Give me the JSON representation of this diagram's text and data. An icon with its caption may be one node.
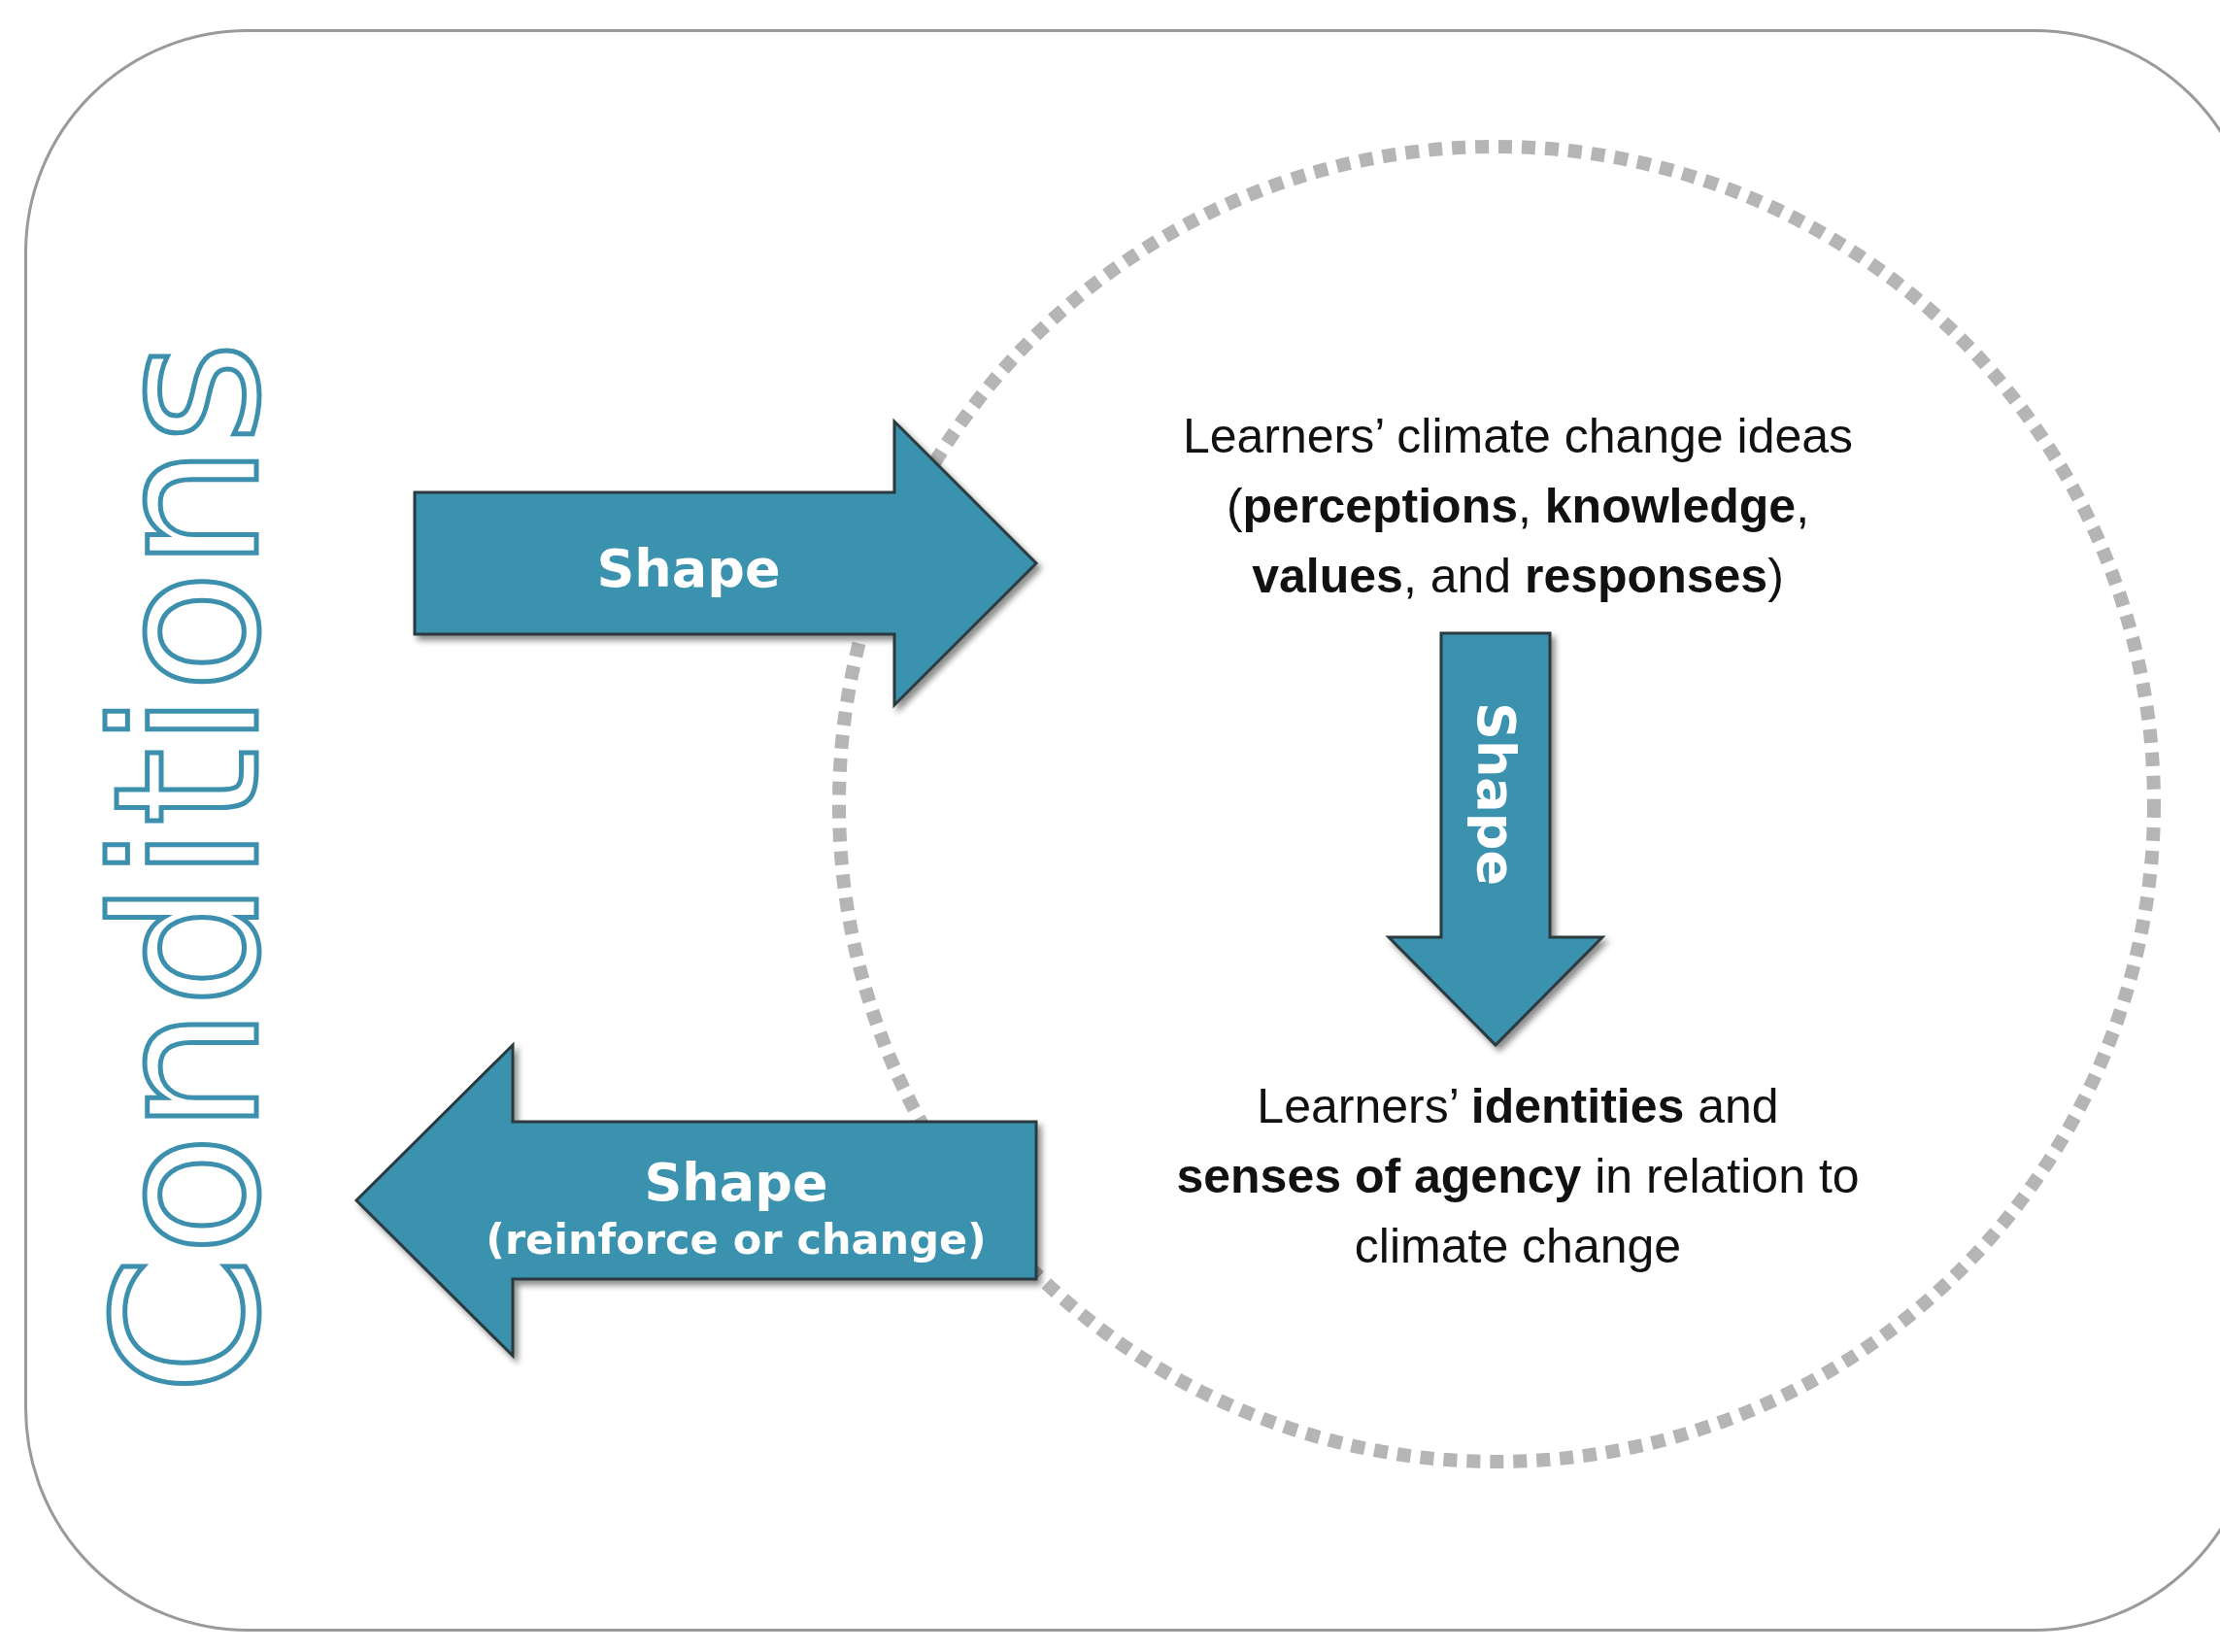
{
  "diagram": {
    "nodes": [
      {
        "text": [
          "Conditions"
        ]
      },
      {
        "text": [],
        "shape": "circle",
        "in": 0
      },
      {
        "text": [
          "Learners’ climate change ideas (**perceptions**, **knowledge**, **values**, and **responses**)"
        ],
        "in": 1
      },
      {
        "text": [
          "Learners’ **identities** and **senses of agency** in relation to climate change"
        ],
        "in": 1
      }
    ],
    "edges": [
      {
        "from": 0,
        "to": 2,
        "arrow": "to",
        "label": "Shape"
      },
      {
        "from": 2,
        "to": 3,
        "arrow": "to",
        "label": "Shape"
      },
      {
        "from": 3,
        "to": 0,
        "arrow": "to",
        "label": "Shape (reinforce or change)"
      }
    ]
  }
}
